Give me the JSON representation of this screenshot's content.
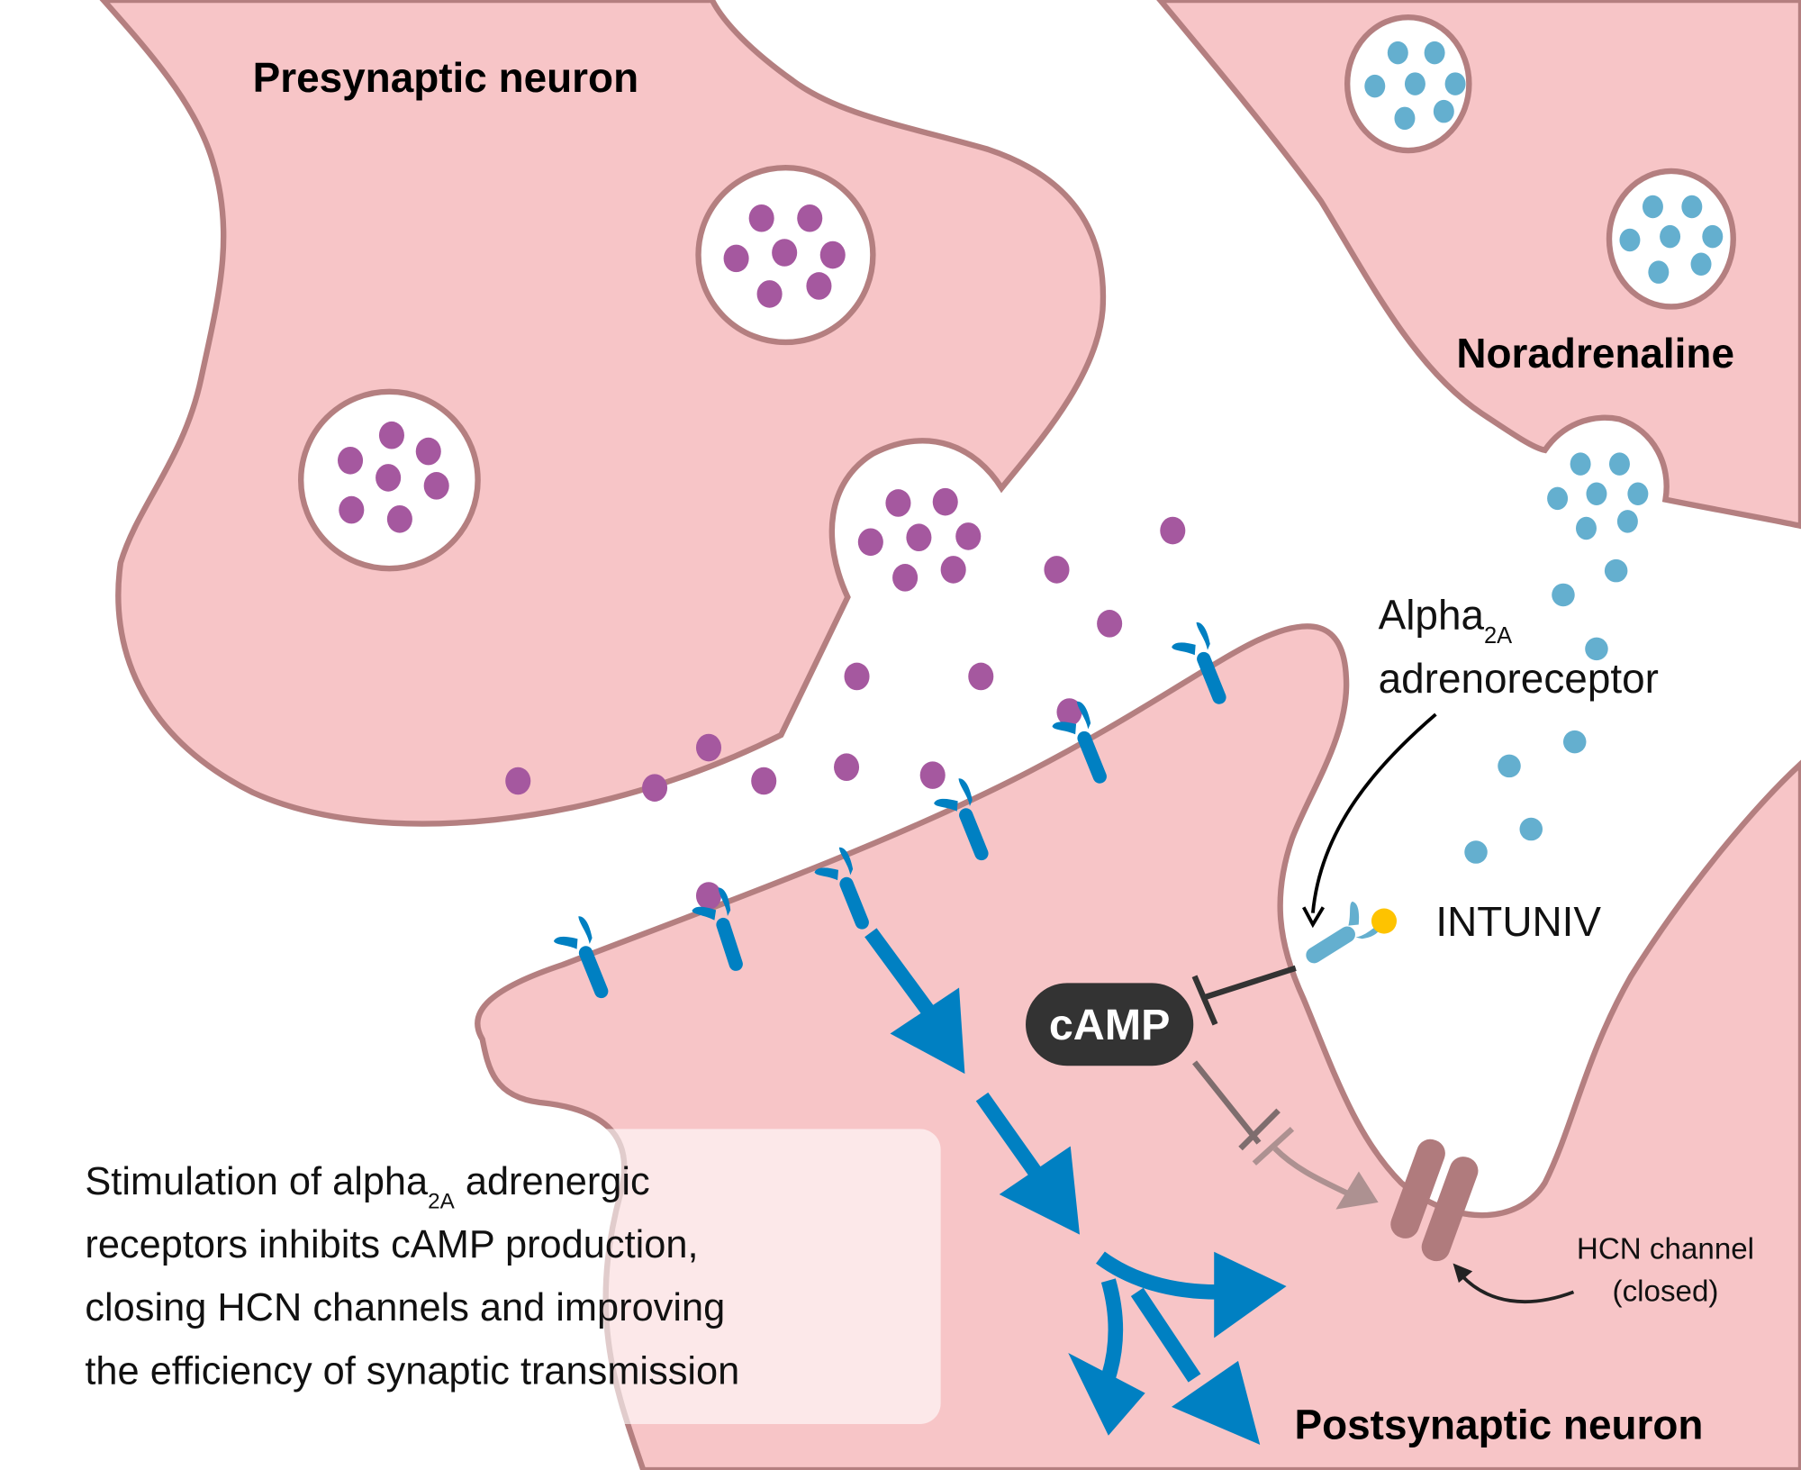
{
  "title": "Mechanism of action: alpha2A adrenoreceptor stimulation by INTUNIV",
  "labels": {
    "presynaptic": "Presynaptic neuron",
    "noradrenaline": "Noradrenaline",
    "postsynaptic": "Postsynaptic neuron",
    "receptor_main": "Alpha",
    "receptor_sub": "2A",
    "receptor_line2": "adrenoreceptor",
    "drug": "INTUNIV",
    "camp": "cAMP",
    "hcn_line1": "HCN channel",
    "hcn_line2": "(closed)"
  },
  "caption": {
    "line1_pre": "Stimulation of alpha",
    "line1_sub": "2A",
    "line1_post": " adrenergic",
    "line2": "receptors inhibits cAMP production,",
    "line3": "closing HCN channels and improving",
    "line4": "the efficiency of synaptic transmission"
  },
  "colors": {
    "neuron_fill": "#f7c5c7",
    "membrane": "#b47f80",
    "neurotransmitter": "#a5589f",
    "noradrenaline_dot": "#64afcf",
    "receptor": "#0080c2",
    "alpha_receptor": "#64afcf",
    "drug_dot": "#fec300",
    "camp_pill": "#333333",
    "hcn": "#b07b7d",
    "signal_arrow": "#0080c2"
  }
}
